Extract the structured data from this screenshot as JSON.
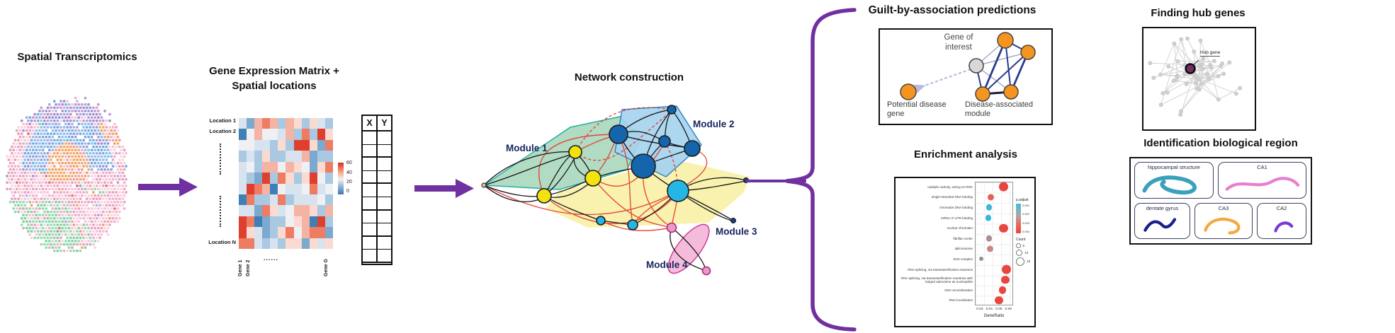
{
  "titles": {
    "spatial": "Spatial Transcriptomics",
    "matrix_line1": "Gene Expression Matrix +",
    "matrix_line2": "Spatial locations",
    "network": "Network construction",
    "guilt": "Guilt-by-association predictions",
    "hub": "Finding hub genes",
    "enrichment": "Enrichment analysis",
    "region": "Identification biological region"
  },
  "matrix": {
    "row_labels": [
      "Location 1",
      "Location 2",
      "Location N"
    ],
    "col_labels": [
      "Gene 1",
      "Gene 2",
      "......",
      "Gene G"
    ],
    "colorbar_ticks": [
      "60",
      "40",
      "20",
      "0"
    ],
    "xy_headers": [
      "X",
      "Y"
    ]
  },
  "network": {
    "modules": [
      "Module 1",
      "Module 2",
      "Module 3",
      "Module 4"
    ]
  },
  "guilt": {
    "gene_of_interest": "Gene of interest",
    "caption_left": "Potential disease gene",
    "caption_right": "Disease-associated module"
  },
  "hub": {
    "label": "Hub gene"
  },
  "region": {
    "cells": [
      {
        "label": "hippocampal structure",
        "color": "#3aa0bc"
      },
      {
        "label": "CA1",
        "color": "#e87fd0"
      },
      {
        "label": "dentate gyrus",
        "color": "#1a1f8c"
      },
      {
        "label": "CA3",
        "color": "#f5a840"
      },
      {
        "label": "CA2",
        "color": "#7a3bd0"
      }
    ]
  },
  "colors": {
    "accent_purple": "#7030a0",
    "hub_node": "#742d62",
    "orange_node": "#f5941f",
    "edge_navy": "#2b3a8c"
  },
  "chart_data": {
    "type": "scatter",
    "title": "Enrichment analysis",
    "xlabel": "GeneRatio",
    "xlim": [
      0.025,
      0.065
    ],
    "x_ticks": [
      0.03,
      0.04,
      0.05,
      0.06
    ],
    "grid": true,
    "legend": {
      "color_label": "p.adjust",
      "color_ticks": [
        "0.001",
        "0.002",
        "0.003",
        "0.004"
      ],
      "size_label": "Count",
      "size_ticks": [
        "5",
        "10",
        "15"
      ]
    },
    "points": [
      {
        "term": "catalytic activity, acting on RNA",
        "gene_ratio": 0.055,
        "count": 15,
        "color": "#e8473f"
      },
      {
        "term": "single-stranded DNA binding",
        "gene_ratio": 0.042,
        "count": 9,
        "color": "#e06252"
      },
      {
        "term": "chromatin DNA binding",
        "gene_ratio": 0.04,
        "count": 8,
        "color": "#35b9d6"
      },
      {
        "term": "mRNA 3'-UTR binding",
        "gene_ratio": 0.039,
        "count": 8,
        "color": "#35b9d6"
      },
      {
        "term": "nuclear chromatin",
        "gene_ratio": 0.055,
        "count": 14,
        "color": "#e8473f"
      },
      {
        "term": "fibrillar center",
        "gene_ratio": 0.04,
        "count": 8,
        "color": "#a89090"
      },
      {
        "term": "spliceosome",
        "gene_ratio": 0.041,
        "count": 9,
        "color": "#c98585"
      },
      {
        "term": "Sin3 complex",
        "gene_ratio": 0.032,
        "count": 4,
        "color": "#9b8d8d"
      },
      {
        "term": "RNA splicing, via transesterification reactions",
        "gene_ratio": 0.058,
        "count": 15,
        "color": "#e8473f"
      },
      {
        "term": "RNA splicing, via transesterification reactions with bulged adenosine as nucleophile",
        "gene_ratio": 0.057,
        "count": 13,
        "color": "#e8473f"
      },
      {
        "term": "DNA recombination",
        "gene_ratio": 0.054,
        "count": 11,
        "color": "#e8473f"
      },
      {
        "term": "RNA localization",
        "gene_ratio": 0.05,
        "count": 13,
        "color": "#e8473f"
      }
    ]
  }
}
